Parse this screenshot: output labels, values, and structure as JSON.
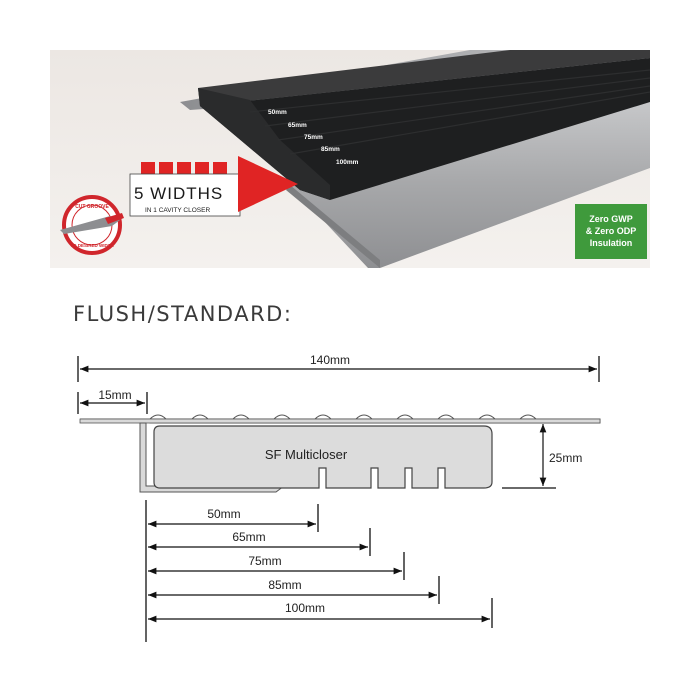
{
  "hero": {
    "width_labels": [
      "50mm",
      "65mm",
      "75mm",
      "85mm",
      "100mm"
    ],
    "badge": {
      "title": "5 WIDTHS",
      "subtitle": "IN 1 CAVITY CLOSER",
      "accent_color": "#e02424"
    },
    "seal": {
      "top_text": "CUT GROOVE",
      "bottom_text": "TO DESIRED WIDTH",
      "color": "#d0262c"
    },
    "insulation_tag": {
      "lines": [
        "Zero GWP",
        "& Zero ODP",
        "Insulation"
      ],
      "color": "#3f9a3c"
    }
  },
  "section": {
    "title": "FLUSH/STANDARD:"
  },
  "diagram": {
    "overall_width_label": "140mm",
    "flange_label": "15mm",
    "height_label": "25mm",
    "product_label": "SF Multicloser",
    "cut_widths": [
      "50mm",
      "65mm",
      "75mm",
      "85mm",
      "100mm"
    ]
  }
}
